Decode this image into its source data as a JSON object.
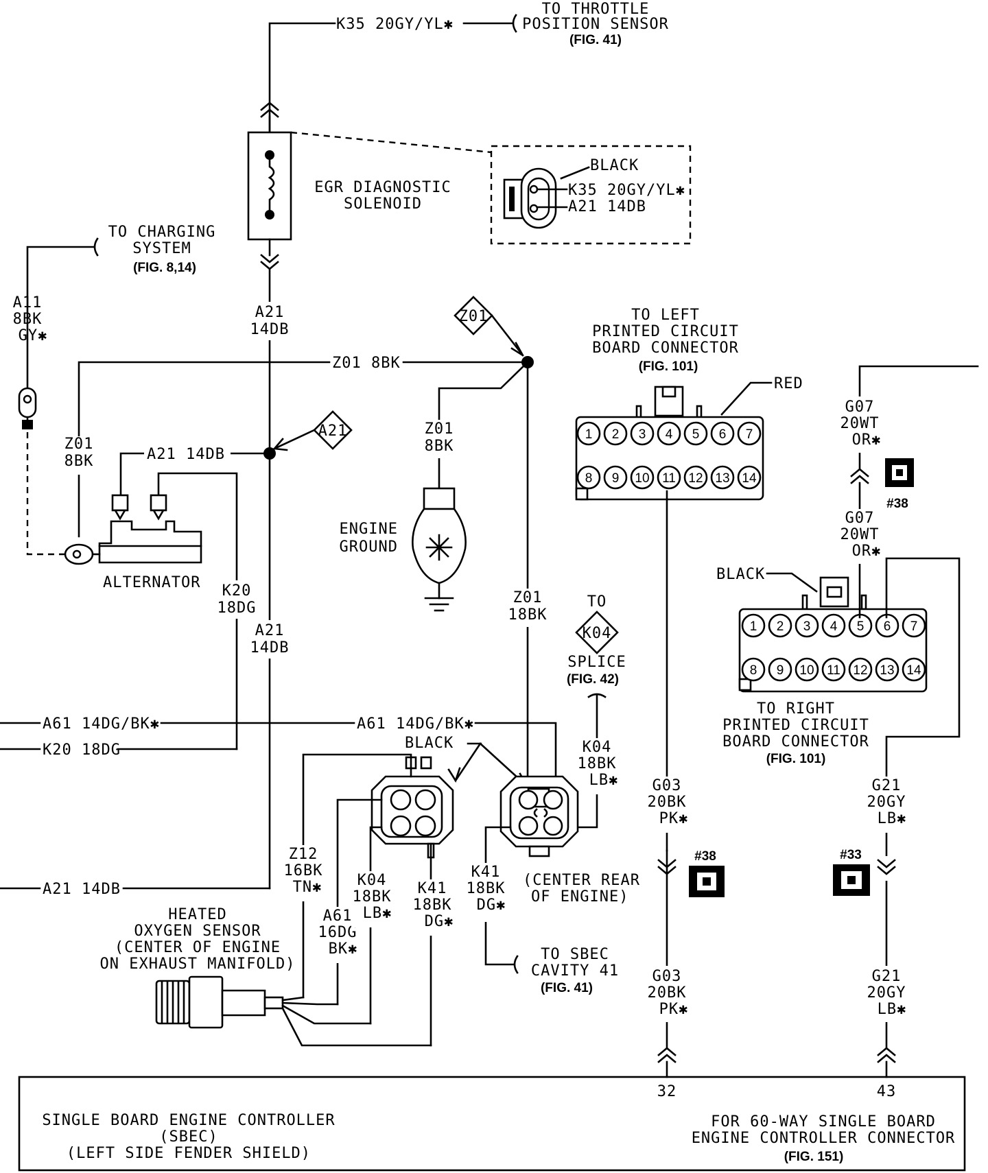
{
  "diagram": {
    "throttle": {
      "wire": "K35 20GY/YL✱",
      "l1": "TO THROTTLE",
      "l2": "POSITION SENSOR",
      "fig": "(FIG. 41)"
    },
    "egr": {
      "l1": "EGR DIAGNOSTIC",
      "l2": "SOLENOID",
      "conn_color": "BLACK",
      "pin_a": "K35 20GY/YL✱",
      "pin_b": "A21 14DB"
    },
    "charging": {
      "l1": "TO CHARGING",
      "l2": "SYSTEM",
      "fig": "(FIG. 8,14)"
    },
    "a11": {
      "l1": "A11",
      "l2": "8BK",
      "l3": "GY✱"
    },
    "a21_vert": {
      "l1": "A21",
      "l2": "14DB"
    },
    "a21_vert2": {
      "l1": "A21",
      "l2": "14DB"
    },
    "z01_horiz": "Z01 8BK",
    "z01_splice": "Z01",
    "z01_left": {
      "l1": "Z01",
      "l2": "8BK"
    },
    "z01_ground": {
      "l1": "Z01",
      "l2": "8BK"
    },
    "z01_18": {
      "l1": "Z01",
      "l2": "18BK"
    },
    "a21_horiz": "A21 14DB",
    "a21_splice": "A21",
    "alternator": "ALTERNATOR",
    "k20_vert": {
      "l1": "K20",
      "l2": "18DG"
    },
    "engine_ground": {
      "l1": "ENGINE",
      "l2": "GROUND"
    },
    "left_pcb": {
      "l1": "TO LEFT",
      "l2": "PRINTED CIRCUIT",
      "l3": "BOARD CONNECTOR",
      "fig": "(FIG. 101)",
      "color": "RED"
    },
    "right_pcb": {
      "l1": "TO RIGHT",
      "l2": "PRINTED CIRCUIT",
      "l3": "BOARD CONNECTOR",
      "fig": "(FIG. 101)",
      "color": "BLACK"
    },
    "pins_top": [
      "1",
      "2",
      "3",
      "4",
      "5",
      "6",
      "7"
    ],
    "pins_bottom": [
      "8",
      "9",
      "10",
      "11",
      "12",
      "13",
      "14"
    ],
    "g07_top": {
      "l1": "G07",
      "l2": "20WT",
      "l3": "OR✱"
    },
    "g07_bottom": {
      "l1": "G07",
      "l2": "20WT",
      "l3": "OR✱"
    },
    "ref38_a": "#38",
    "ref38_b": "#38",
    "ref33": "#33",
    "k04_splice": {
      "to": "TO",
      "id": "K04",
      "l1": "SPLICE",
      "fig": "(FIG. 42)"
    },
    "k04_vert": {
      "l1": "K04",
      "l2": "18BK",
      "l3": "LB✱"
    },
    "a61_left": "A61 14DG/BK✱",
    "a61_mid": "A61 14DG/BK✱",
    "k20_horiz": "K20 18DG",
    "a21_bottom": "A21 14DB",
    "black_conn": "BLACK",
    "center_rear": {
      "l1": "(CENTER REAR",
      "l2": "OF ENGINE)"
    },
    "o2": {
      "l1": "HEATED",
      "l2": "OXYGEN SENSOR",
      "l3": "(CENTER OF ENGINE",
      "l4": "ON EXHAUST MANIFOLD)"
    },
    "z12": {
      "l1": "Z12",
      "l2": "16BK",
      "l3": "TN✱"
    },
    "a61_16": {
      "l1": "A61",
      "l2": "16DG",
      "l3": "BK✱"
    },
    "k04_o2": {
      "l1": "K04",
      "l2": "18BK",
      "l3": "LB✱"
    },
    "k41_o2": {
      "l1": "K41",
      "l2": "18BK",
      "l3": "DG✱"
    },
    "k41_right": {
      "l1": "K41",
      "l2": "18BK",
      "l3": "DG✱"
    },
    "sbec_cavity": {
      "l1": "TO SBEC",
      "l2": "CAVITY 41",
      "fig": "(FIG. 41)"
    },
    "g03_top": {
      "l1": "G03",
      "l2": "20BK",
      "l3": "PK✱"
    },
    "g03_bottom": {
      "l1": "G03",
      "l2": "20BK",
      "l3": "PK✱"
    },
    "g21_top": {
      "l1": "G21",
      "l2": "20GY",
      "l3": "LB✱"
    },
    "g21_bottom": {
      "l1": "G21",
      "l2": "20GY",
      "l3": "LB✱"
    },
    "cav32": "32",
    "cav43": "43",
    "sbec": {
      "l1": "SINGLE BOARD ENGINE CONTROLLER",
      "l2": "(SBEC)",
      "l3": "(LEFT SIDE FENDER SHIELD)"
    },
    "sixty_way": {
      "l1": "FOR 60-WAY SINGLE BOARD",
      "l2": "ENGINE CONTROLLER CONNECTOR",
      "fig": "(FIG. 151)"
    }
  }
}
